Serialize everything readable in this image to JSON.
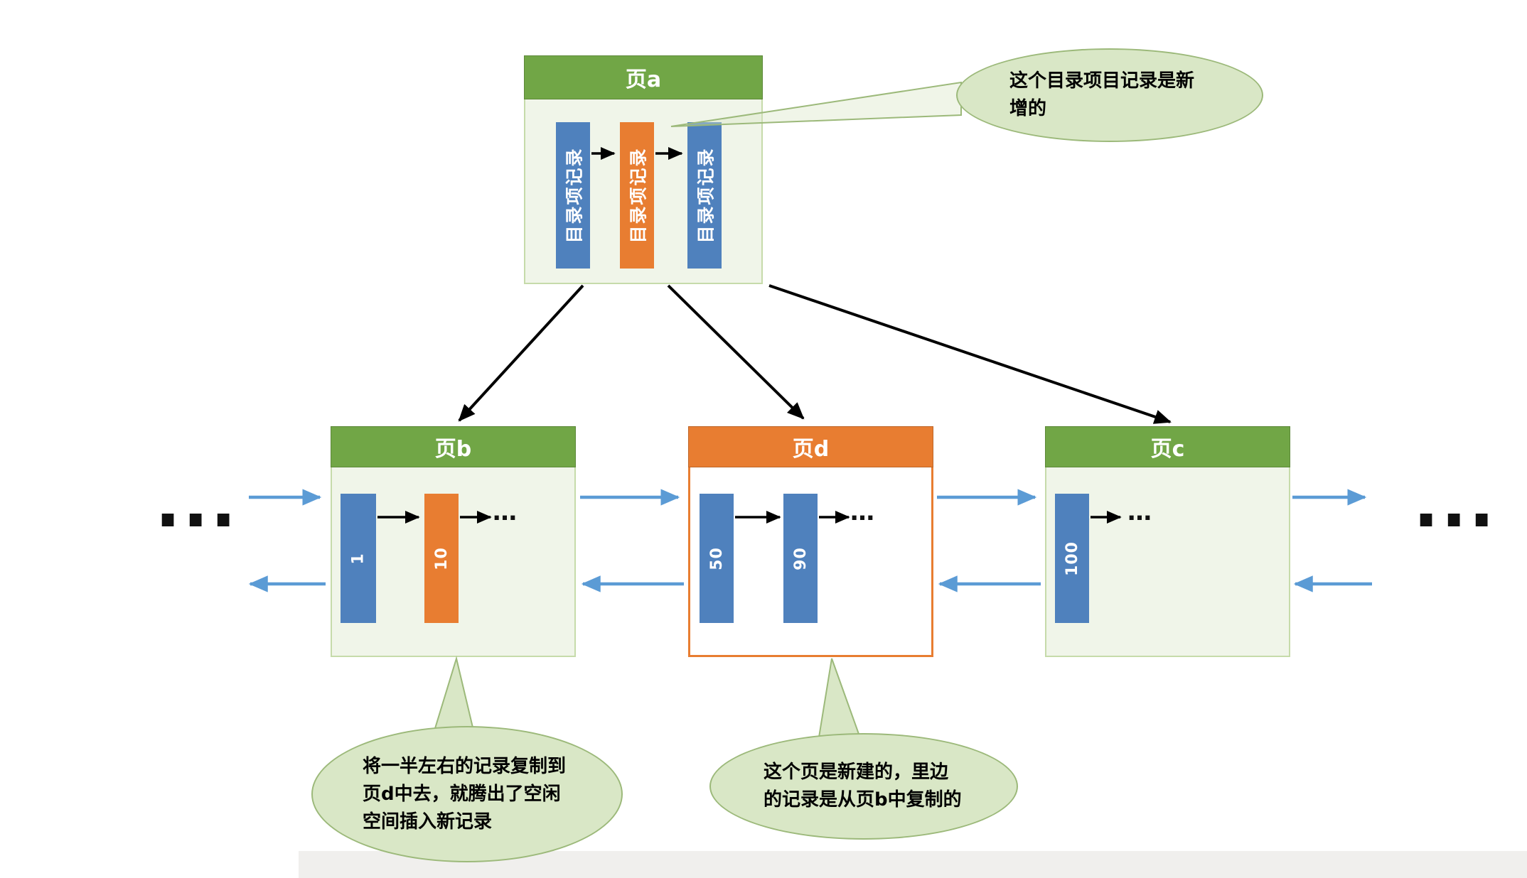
{
  "diagram": {
    "page_a": {
      "title": "页a",
      "records": [
        {
          "label": "目录项记录"
        },
        {
          "label": "目录项记录"
        },
        {
          "label": "目录项记录"
        }
      ]
    },
    "page_b": {
      "title": "页b",
      "records": [
        {
          "label": "1"
        },
        {
          "label": "10"
        }
      ],
      "ellipsis": "…"
    },
    "page_d": {
      "title": "页d",
      "records": [
        {
          "label": "50"
        },
        {
          "label": "90"
        }
      ],
      "ellipsis": "…"
    },
    "page_c": {
      "title": "页c",
      "records": [
        {
          "label": "100"
        }
      ],
      "ellipsis": "…"
    },
    "callouts": {
      "top": {
        "text": "这个目录项目记录是新增的"
      },
      "bottom_left": {
        "text": "将一半左右的记录复制到页d中去，就腾出了空闲空间插入新记录"
      },
      "bottom_right": {
        "text": "这个页是新建的，里边的记录是从页b中复制的"
      }
    },
    "left_ellipsis": "...",
    "right_ellipsis": "...",
    "colors": {
      "green_header": "#71A646",
      "orange": "#E87D31",
      "blue_record": "#4F81BD",
      "page_body_green": "#F0F5E9",
      "page_border_green": "#C6DBAA",
      "page_d_border": "#E87D31",
      "callout_fill": "#D9E7C6",
      "callout_border": "#9CB97A",
      "link_arrow_blue": "#5B9BD5",
      "tree_arrow_black": "#000000"
    }
  }
}
